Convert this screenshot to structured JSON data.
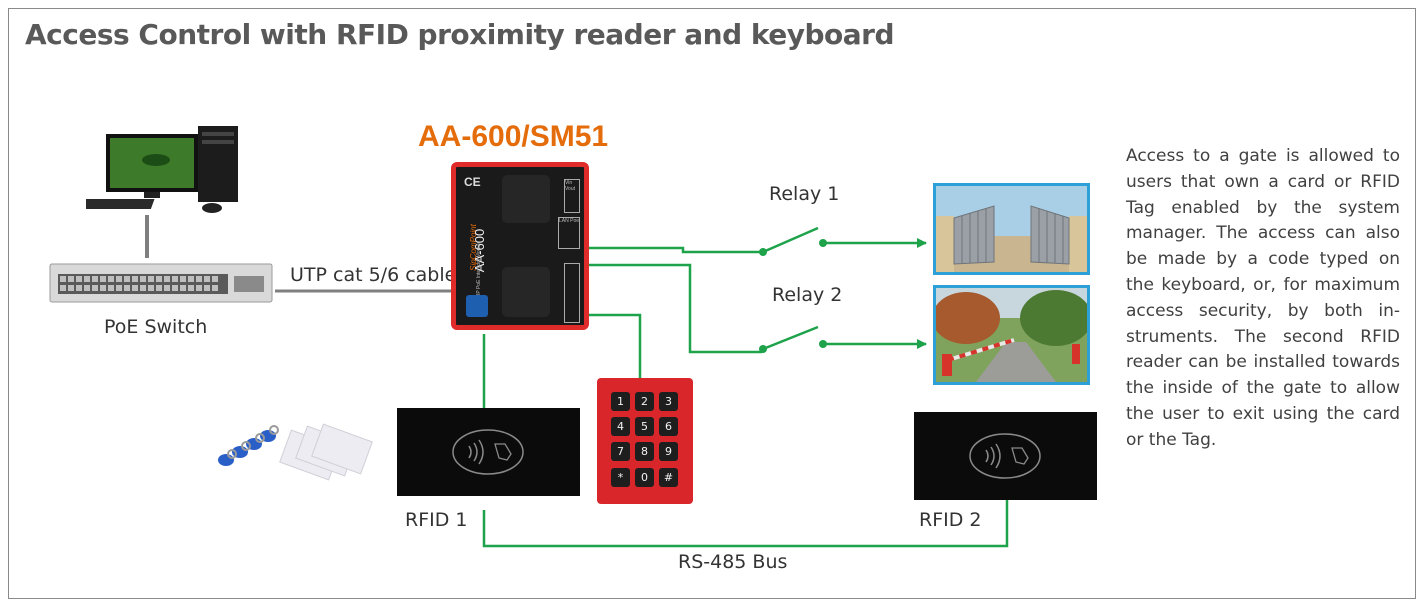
{
  "title": "Access Control with RFID proximity reader and keyboard",
  "device": {
    "model": "AA-600/SM51",
    "brand": "SipComPoint",
    "name": "AA-600",
    "subtitle": "IP PoE Intercom Module",
    "ce_mark": "CE",
    "lan_label": "LAN Poe",
    "terminal_label": "Vin Vout"
  },
  "labels": {
    "switch": "PoE Switch",
    "cable": "UTP cat 5/6 cable",
    "relay1": "Relay 1",
    "relay2": "Relay 2",
    "rfid1": "RFID 1",
    "rfid2": "RFID 2",
    "bus": "RS-485 Bus"
  },
  "keypad_keys": [
    "1",
    "2",
    "3",
    "4",
    "5",
    "6",
    "7",
    "8",
    "9",
    "*",
    "0",
    "#"
  ],
  "description": "Access to a gate is allowed to users that own a card or RFID Tag enabled by the system manager. The access can also be made by a code typed on the keyboard, or, for maximum access security, by both in-struments. The second RFID reader can be installed towards the inside of the gate to allow the user to exit using the card or the Tag.",
  "colors": {
    "wire": "#1ea24a",
    "cable": "#7f7f7f",
    "accent": "#e46c0a",
    "photo_border": "#2ea0d8"
  }
}
